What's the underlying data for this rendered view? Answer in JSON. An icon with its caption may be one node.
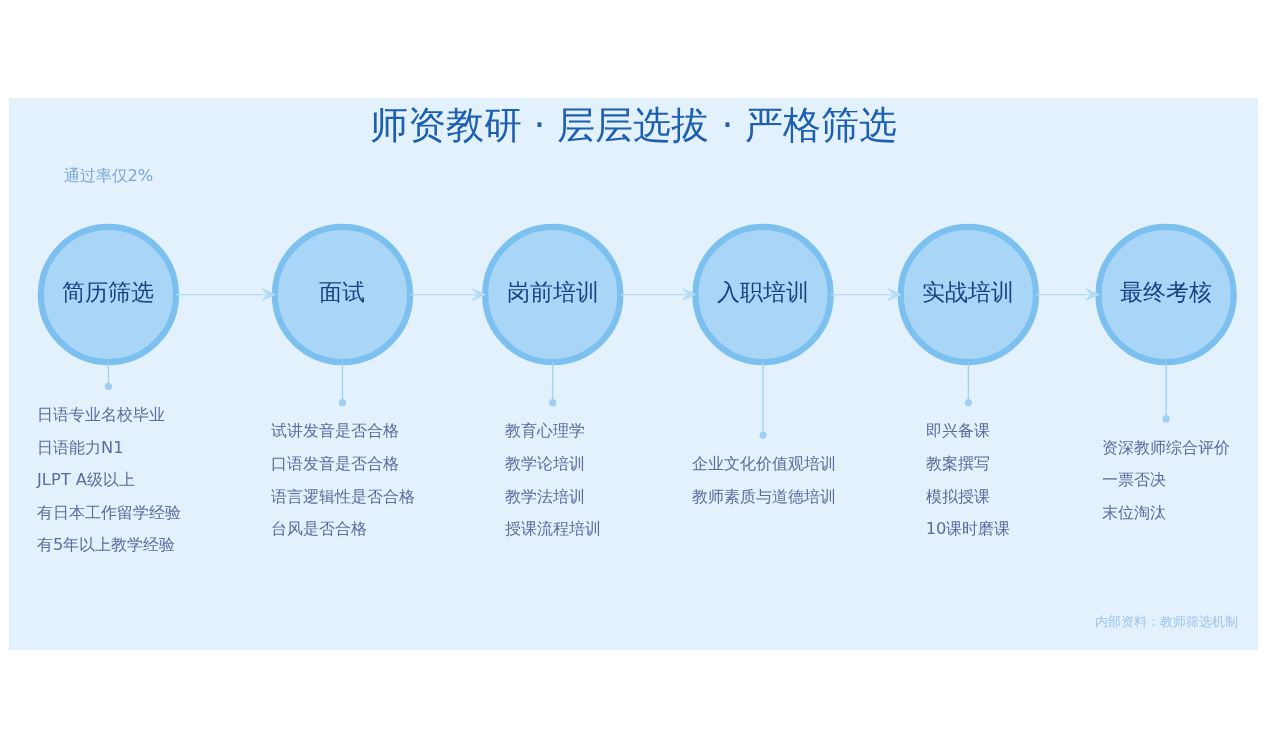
{
  "diagram": {
    "title": "师资教研 · 层层选拔 · 严格筛选",
    "nodes": [
      {
        "text": [
          "简历筛选"
        ],
        "beside": [
          "日语专业名校毕业",
          "日语能力N1",
          "JLPT A级以上",
          "有日本工作留学经验",
          "有5年以上教学经验"
        ]
      },
      {
        "text": [
          "面试"
        ],
        "beside": [
          "试讲发音是否合格",
          "口语发音是否合格",
          "语言逻辑性是否合格",
          "台风是否合格"
        ]
      },
      {
        "text": [
          "岗前培训"
        ],
        "beside": [
          "教育心理学",
          "教学论培训",
          "教学法培训",
          "授课流程培训"
        ]
      },
      {
        "text": [
          "入职培训"
        ],
        "beside": [
          "企业文化价值观培训",
          "教师素质与道德培训"
        ]
      },
      {
        "text": [
          "实战培训"
        ],
        "beside": [
          "即兴备课",
          "教案撰写",
          "模拟授课",
          "10课时磨课"
        ]
      },
      {
        "text": [
          "最终考核"
        ],
        "beside": [
          "资深教师综合评价",
          "一票否决",
          "末位淘汰"
        ]
      }
    ],
    "edges": [
      {
        "from": 0,
        "to": 1,
        "arrow": "to"
      },
      {
        "from": 1,
        "to": 2,
        "arrow": "to"
      },
      {
        "from": 2,
        "to": 3,
        "arrow": "to"
      },
      {
        "from": 3,
        "to": 4,
        "arrow": "to"
      },
      {
        "from": 4,
        "to": 5,
        "arrow": "to"
      }
    ],
    "labels": [
      "通过率仅2%",
      "内部资料：教师筛选机制"
    ]
  }
}
